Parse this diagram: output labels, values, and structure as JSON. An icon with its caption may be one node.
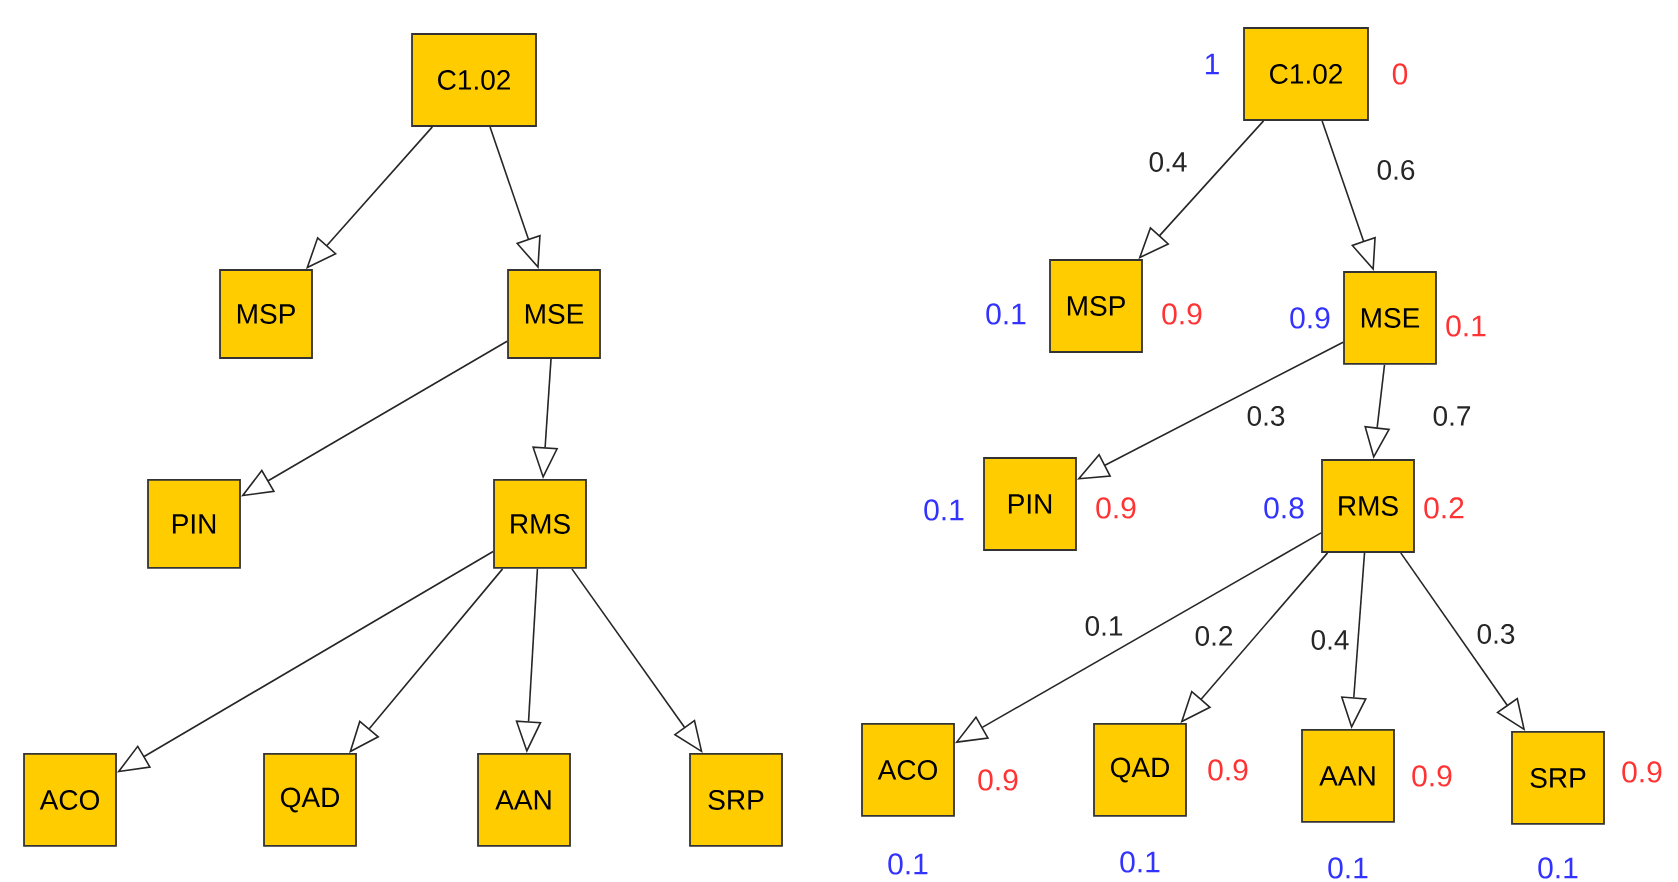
{
  "diagram": {
    "nodes": [
      {
        "text": [
          "C1.02"
        ]
      },
      {
        "text": [
          "MSP"
        ]
      },
      {
        "text": [
          "MSE"
        ]
      },
      {
        "text": [
          "PIN"
        ]
      },
      {
        "text": [
          "RMS"
        ]
      },
      {
        "text": [
          "ACO"
        ]
      },
      {
        "text": [
          "QAD"
        ]
      },
      {
        "text": [
          "AAN"
        ]
      },
      {
        "text": [
          "SRP"
        ]
      },
      {
        "text": [
          "C1.02"
        ],
        "beside": [
          "1",
          "0"
        ]
      },
      {
        "text": [
          "MSP"
        ],
        "beside": [
          "0.1",
          "0.9"
        ]
      },
      {
        "text": [
          "MSE"
        ],
        "beside": [
          "0.9",
          "0.1"
        ]
      },
      {
        "text": [
          "PIN"
        ],
        "beside": [
          "0.1",
          "0.9"
        ]
      },
      {
        "text": [
          "RMS"
        ],
        "beside": [
          "0.8",
          "0.2"
        ]
      },
      {
        "text": [
          "ACO"
        ],
        "beside": [
          "0.1",
          "0.9"
        ]
      },
      {
        "text": [
          "QAD"
        ],
        "beside": [
          "0.1",
          "0.9"
        ]
      },
      {
        "text": [
          "AAN"
        ],
        "beside": [
          "0.1",
          "0.9"
        ]
      },
      {
        "text": [
          "SRP"
        ],
        "beside": [
          "0.1",
          "0.9"
        ]
      }
    ],
    "edges": [
      {
        "from": 0,
        "to": 1,
        "arrow": "to"
      },
      {
        "from": 0,
        "to": 2,
        "arrow": "to"
      },
      {
        "from": 2,
        "to": 3,
        "arrow": "to"
      },
      {
        "from": 2,
        "to": 4,
        "arrow": "to"
      },
      {
        "from": 4,
        "to": 5,
        "arrow": "to"
      },
      {
        "from": 4,
        "to": 6,
        "arrow": "to"
      },
      {
        "from": 4,
        "to": 7,
        "arrow": "to"
      },
      {
        "from": 4,
        "to": 8,
        "arrow": "to"
      },
      {
        "from": 9,
        "to": 10,
        "arrow": "to",
        "label": "0.4"
      },
      {
        "from": 9,
        "to": 11,
        "arrow": "to",
        "label": "0.6"
      },
      {
        "from": 11,
        "to": 12,
        "arrow": "to",
        "label": "0.3"
      },
      {
        "from": 11,
        "to": 13,
        "arrow": "to",
        "label": "0.7"
      },
      {
        "from": 13,
        "to": 14,
        "arrow": "to",
        "label": "0.1"
      },
      {
        "from": 13,
        "to": 15,
        "arrow": "to",
        "label": "0.2"
      },
      {
        "from": 13,
        "to": 16,
        "arrow": "to",
        "label": "0.4"
      },
      {
        "from": 13,
        "to": 17,
        "arrow": "to",
        "label": "0.3"
      }
    ]
  }
}
